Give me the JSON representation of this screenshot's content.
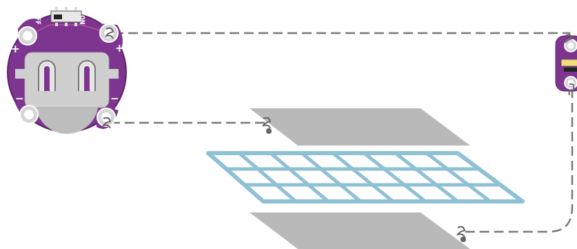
{
  "diagram": {
    "labels": [
      "OFF",
      "ON",
      "+",
      "+",
      "−",
      "−"
    ]
  }
}
